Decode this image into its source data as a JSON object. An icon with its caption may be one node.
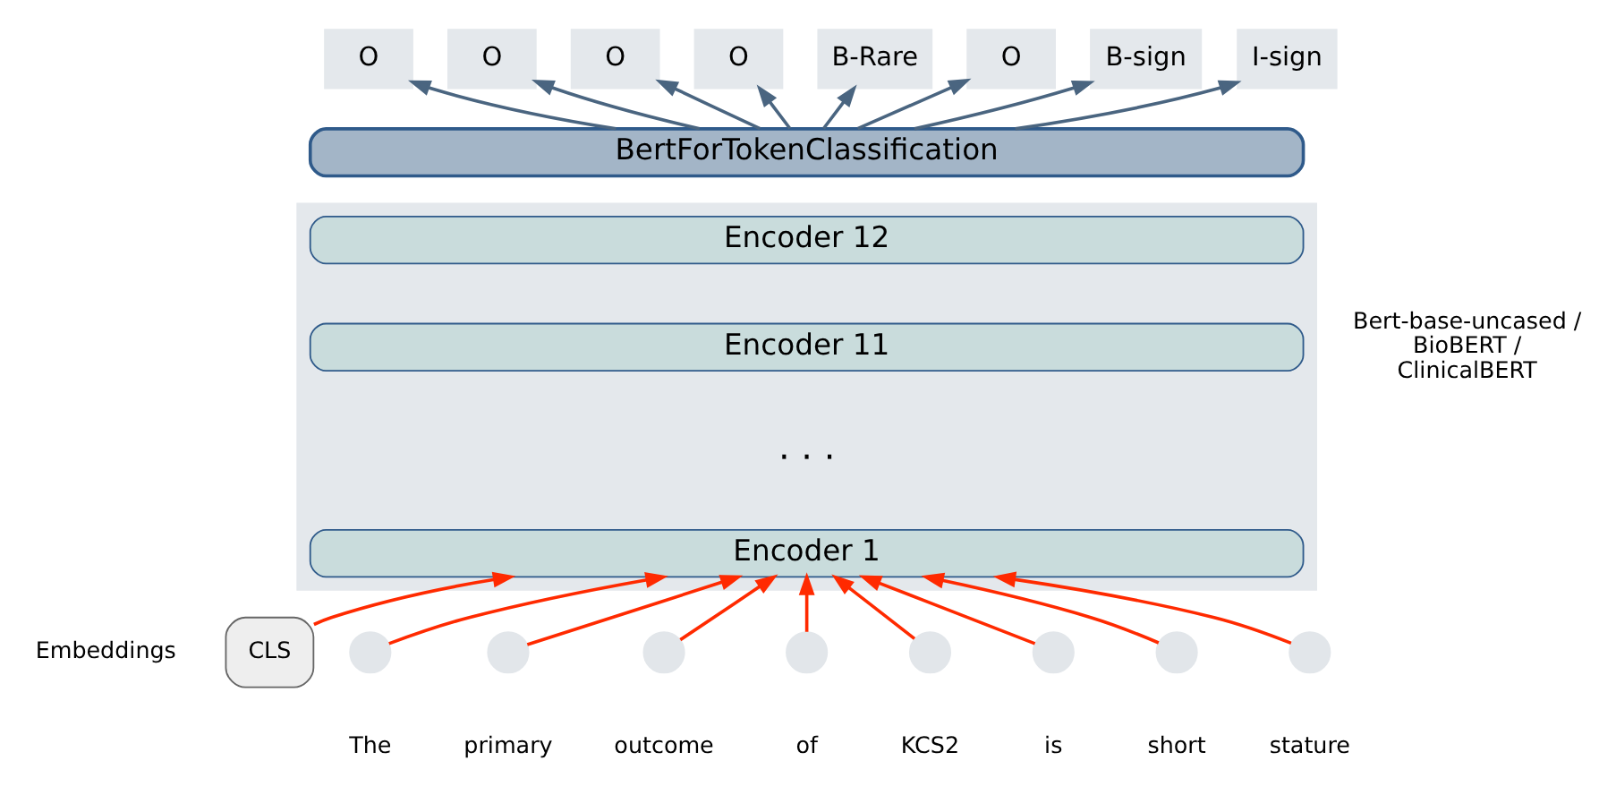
{
  "diagram": {
    "nodes": [
      {
        "text": [
          "O"
        ]
      },
      {
        "text": [
          "O"
        ]
      },
      {
        "text": [
          "O"
        ]
      },
      {
        "text": [
          "O"
        ]
      },
      {
        "text": [
          "B-Rare"
        ]
      },
      {
        "text": [
          "O"
        ]
      },
      {
        "text": [
          "B-sign"
        ]
      },
      {
        "text": [
          "I-sign"
        ]
      },
      {
        "text": [
          "BertForTokenClassification"
        ]
      },
      {
        "text": [],
        "shape": "box",
        "beside": [
          "Bert-base-uncased / BioBERT / ClinicalBERT"
        ]
      },
      {
        "text": [
          "Encoder 12"
        ],
        "in": 9
      },
      {
        "text": [
          "Encoder 11"
        ],
        "in": 9
      },
      {
        "text": [
          "Encoder 1"
        ],
        "in": 9
      },
      {
        "text": [
          "CLS"
        ]
      },
      {
        "text": [],
        "shape": "circle",
        "beside": [
          "The"
        ]
      },
      {
        "text": [],
        "shape": "circle",
        "beside": [
          "primary"
        ]
      },
      {
        "text": [],
        "shape": "circle",
        "beside": [
          "outcome"
        ]
      },
      {
        "text": [],
        "shape": "circle",
        "beside": [
          "of"
        ]
      },
      {
        "text": [],
        "shape": "circle",
        "beside": [
          "KCS2"
        ]
      },
      {
        "text": [],
        "shape": "circle",
        "beside": [
          "is"
        ]
      },
      {
        "text": [],
        "shape": "circle",
        "beside": [
          "short"
        ]
      },
      {
        "text": [],
        "shape": "circle",
        "beside": [
          "stature"
        ]
      }
    ],
    "edges": [
      {
        "from": 8,
        "to": 0,
        "arrow": "to",
        "color": "#4a6580"
      },
      {
        "from": 8,
        "to": 1,
        "arrow": "to",
        "color": "#4a6580"
      },
      {
        "from": 8,
        "to": 2,
        "arrow": "to",
        "color": "#4a6580"
      },
      {
        "from": 8,
        "to": 3,
        "arrow": "to",
        "color": "#4a6580"
      },
      {
        "from": 8,
        "to": 4,
        "arrow": "to",
        "color": "#4a6580"
      },
      {
        "from": 8,
        "to": 5,
        "arrow": "to",
        "color": "#4a6580"
      },
      {
        "from": 8,
        "to": 6,
        "arrow": "to",
        "color": "#4a6580"
      },
      {
        "from": 8,
        "to": 7,
        "arrow": "to",
        "color": "#4a6580"
      },
      {
        "from": 13,
        "to": 12,
        "arrow": "to"
      },
      {
        "from": 14,
        "to": 12,
        "arrow": "to"
      },
      {
        "from": 15,
        "to": 12,
        "arrow": "to"
      },
      {
        "from": 16,
        "to": 12,
        "arrow": "to"
      },
      {
        "from": 17,
        "to": 12,
        "arrow": "to"
      },
      {
        "from": 18,
        "to": 12,
        "arrow": "to"
      },
      {
        "from": 19,
        "to": 12,
        "arrow": "to"
      },
      {
        "from": 20,
        "to": 12,
        "arrow": "to"
      },
      {
        "from": 21,
        "to": 12,
        "arrow": "to"
      }
    ],
    "labels": [
      "· · ·",
      "Embeddings"
    ]
  }
}
